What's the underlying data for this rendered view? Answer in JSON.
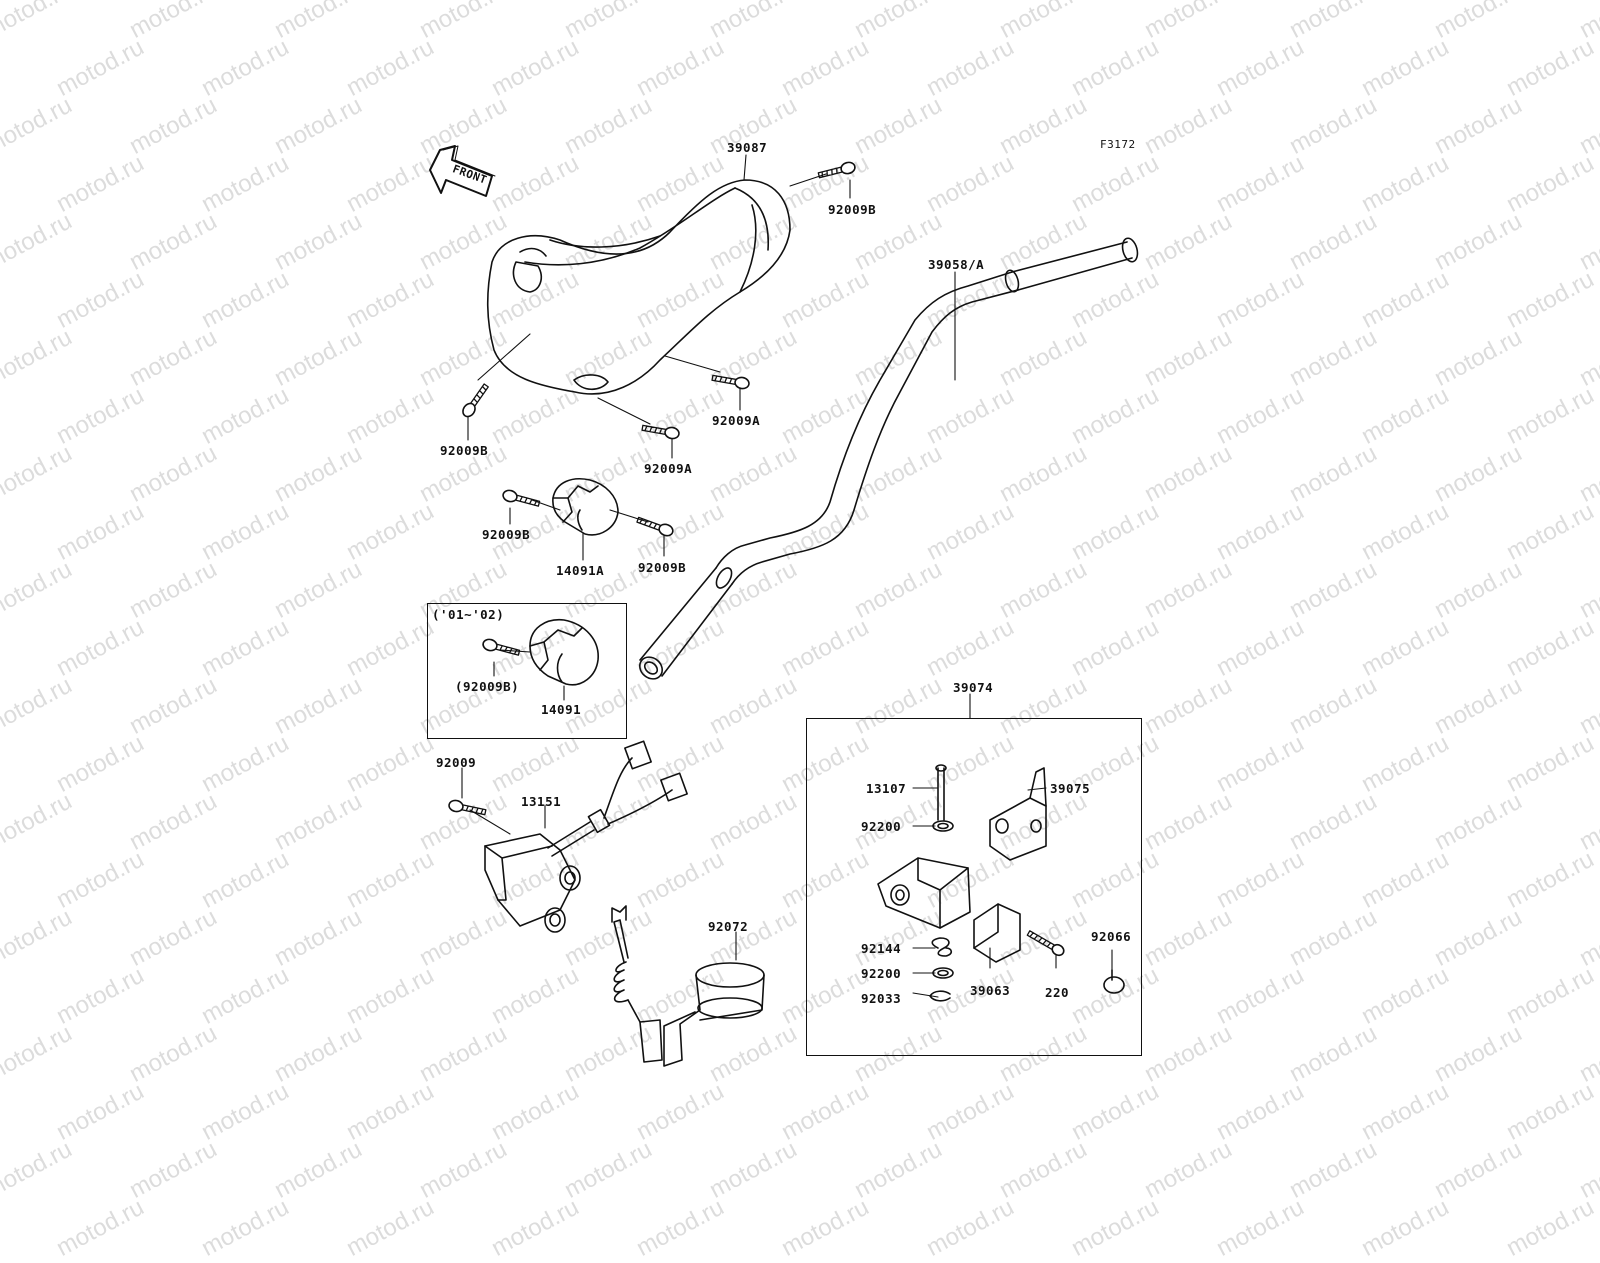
{
  "watermark": "motod.ru",
  "figure_code": "F3172",
  "front_label": "FRONT",
  "parts": {
    "cover": "39087",
    "screw_b_top": "92009B",
    "screw_b_left": "92009B",
    "screw_a_right": "92009A",
    "screw_a_lower": "92009A",
    "handlebar": "39058/A",
    "screw_b_case_left": "92009B",
    "screw_b_case_right": "92009B",
    "case_a": "14091A",
    "variant_years": "('01~'02)",
    "variant_screw": "(92009B)",
    "variant_case": "14091",
    "lever_assy": "39074",
    "pin": "13107",
    "lever": "39075",
    "washer_top": "92200",
    "spring": "92144",
    "washer_bottom": "92200",
    "circlip": "92033",
    "holder": "39063",
    "screw_220": "220",
    "cap": "92066",
    "screw_switch": "92009",
    "switch": "13151",
    "lanyard": "92072"
  }
}
